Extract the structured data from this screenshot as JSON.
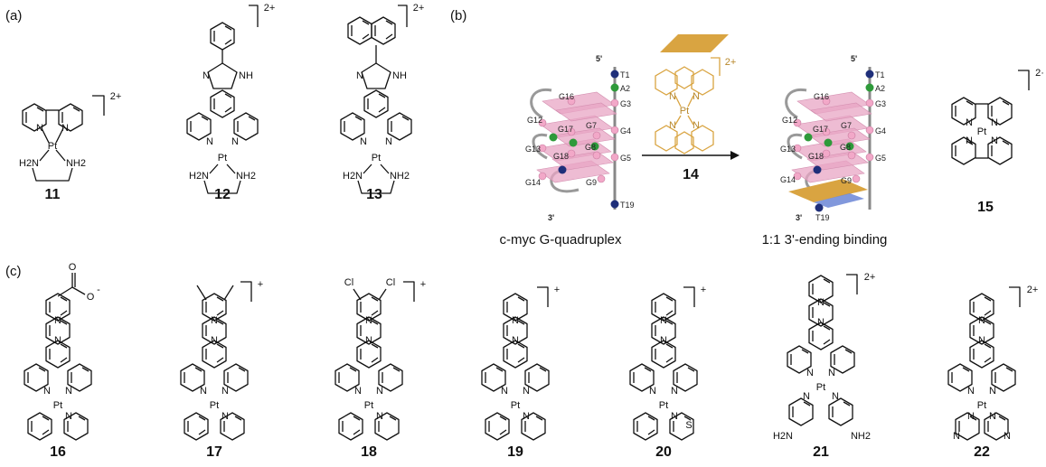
{
  "panels": {
    "a": "(a)",
    "b": "(b)",
    "c": "(c)"
  },
  "compounds": {
    "c11": "11",
    "c12": "12",
    "c13": "13",
    "c14": "14",
    "c15": "15",
    "c16": "16",
    "c17": "17",
    "c18": "18",
    "c19": "19",
    "c20": "20",
    "c21": "21",
    "c22": "22"
  },
  "charges": {
    "two_plus": "2+",
    "plus": "+",
    "minus": "-",
    "two_trunc": "2·"
  },
  "atoms": {
    "pt": "Pt",
    "n": "N",
    "nh": "NH",
    "h2n": "H2N",
    "nh2": "NH2",
    "cl": "Cl",
    "s": "S",
    "o": "O"
  },
  "dna": {
    "five_prime": "5'",
    "three_prime": "3'",
    "nucleotides": [
      "T1",
      "A2",
      "G3",
      "G4",
      "G5",
      "G7",
      "G8",
      "G9",
      "G12",
      "G13",
      "G14",
      "G16",
      "G17",
      "G18",
      "T19"
    ]
  },
  "captions": {
    "left": "c-myc G-quadruplex",
    "right": "1:1 3'-ending binding"
  },
  "colors": {
    "plate": "#e8a6c4",
    "pink_node": "#f2a8c8",
    "green_node": "#2e9a3a",
    "blue_node": "#1f2f7a",
    "ligand": "#d9a441",
    "stack_blue": "#6b86d6"
  }
}
